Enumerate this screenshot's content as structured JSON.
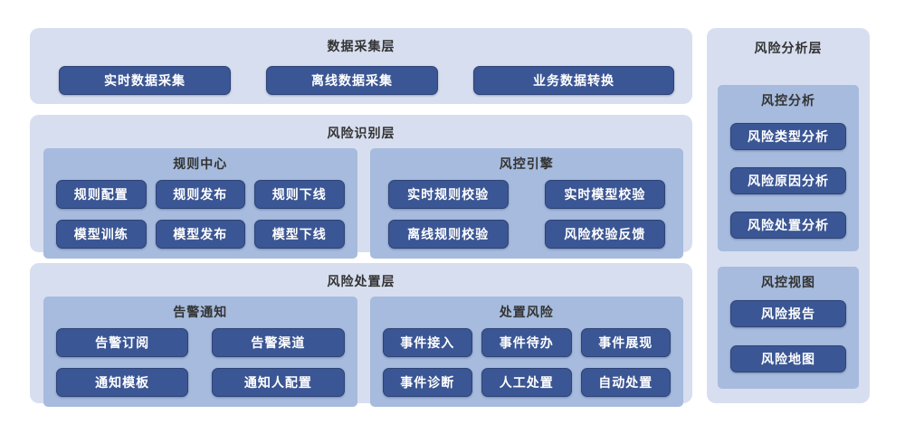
{
  "diagram": {
    "colors": {
      "layer_bg": "#d7deef",
      "panel_bg": "#a6bbdd",
      "node_bg": "#3b5694",
      "node_border": "#2e4377",
      "node_text": "#ffffff",
      "title_text": "#333333",
      "page_bg": "#ffffff"
    },
    "layers": {
      "data_collection": {
        "title": "数据采集层",
        "nodes": [
          "实时数据采集",
          "离线数据采集",
          "业务数据转换"
        ]
      },
      "risk_identification": {
        "title": "风险识别层",
        "panels": {
          "rule_center": {
            "title": "规则中心",
            "nodes": [
              "规则配置",
              "规则发布",
              "规则下线",
              "模型训练",
              "模型发布",
              "模型下线"
            ]
          },
          "risk_engine": {
            "title": "风控引擎",
            "nodes": [
              "实时规则校验",
              "实时模型校验",
              "离线规则校验",
              "风险校验反馈"
            ]
          }
        }
      },
      "risk_disposal": {
        "title": "风险处置层",
        "panels": {
          "alert_notification": {
            "title": "告警通知",
            "nodes": [
              "告警订阅",
              "告警渠道",
              "通知模板",
              "通知人配置"
            ]
          },
          "handle_risk": {
            "title": "处置风险",
            "nodes": [
              "事件接入",
              "事件待办",
              "事件展现",
              "事件诊断",
              "人工处置",
              "自动处置"
            ]
          }
        }
      },
      "risk_analysis": {
        "title": "风险分析层",
        "panels": {
          "analysis": {
            "title": "风控分析",
            "nodes": [
              "风险类型分析",
              "风险原因分析",
              "风险处置分析"
            ]
          },
          "view": {
            "title": "风控视图",
            "nodes": [
              "风险报告",
              "风险地图"
            ]
          }
        }
      }
    }
  }
}
